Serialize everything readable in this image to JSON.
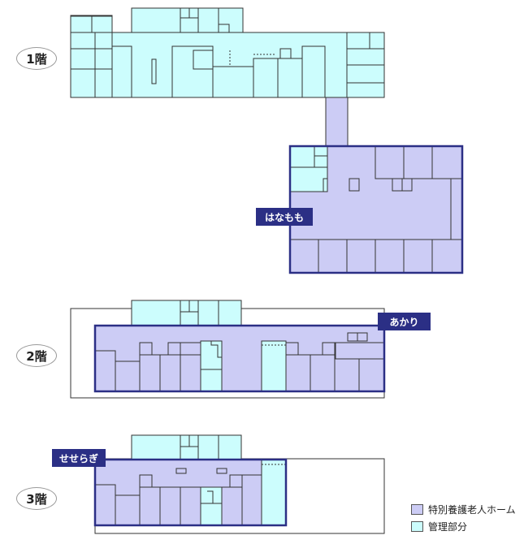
{
  "floors": [
    {
      "label": "1階",
      "unit": "はなもも"
    },
    {
      "label": "2階",
      "unit": "あかり"
    },
    {
      "label": "3階",
      "unit": "せせらぎ"
    }
  ],
  "legend": [
    {
      "label": "特別養護老人ホーム",
      "color": "#ccccf5"
    },
    {
      "label": "管理部分",
      "color": "#ccfdfd"
    }
  ],
  "colors": {
    "nursing": "#ccccf5",
    "admin": "#ccfdfd",
    "outline": "#2b2f85",
    "line": "#333333"
  }
}
